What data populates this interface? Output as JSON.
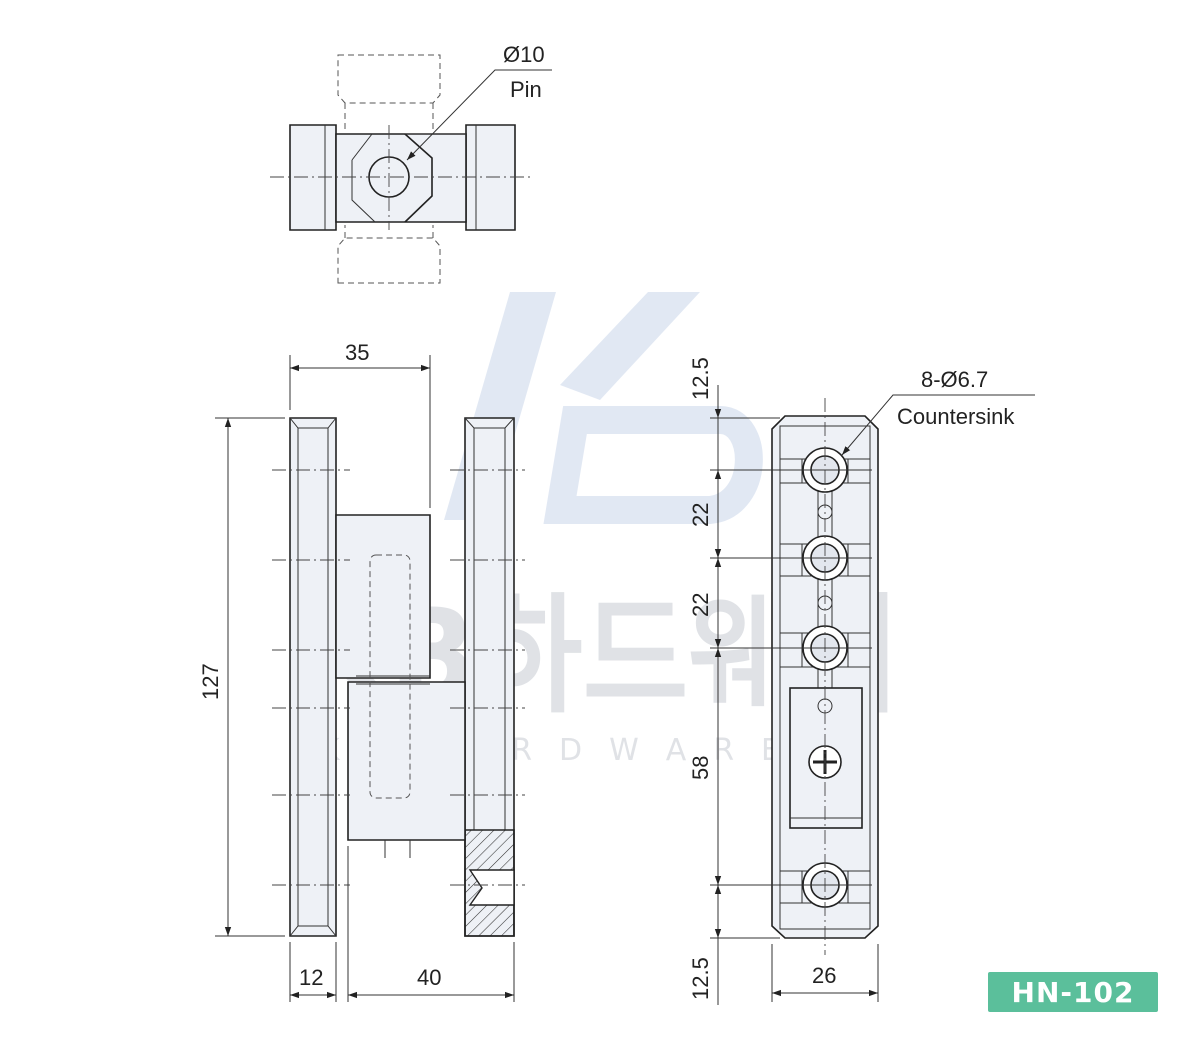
{
  "model": "HN-102",
  "watermark": {
    "logo": "KB",
    "brand": "KB하드웨어",
    "sub": "K B   H A R D W A R E"
  },
  "top_view": {
    "pin_diameter": "Ø10",
    "pin_label": "Pin"
  },
  "front_view": {
    "width_top": "35",
    "height": "127",
    "plate_width": "12",
    "overall_width": "40"
  },
  "side_view": {
    "hole_spec": "8-Ø6.7",
    "hole_type": "Countersink",
    "top_margin": "12.5",
    "pitch_1": "22",
    "pitch_2": "22",
    "pitch_3": "58",
    "bottom_margin": "12.5",
    "width": "26"
  }
}
